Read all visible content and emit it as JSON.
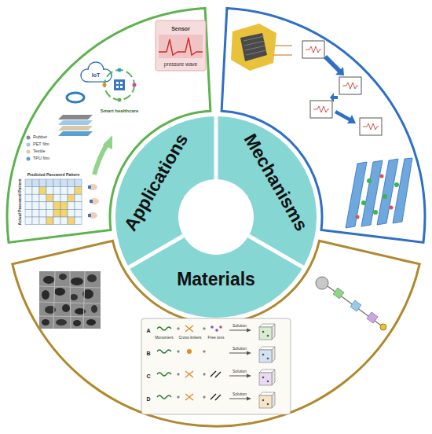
{
  "diagram": {
    "nodes": [
      {
        "text": [
          "Applications"
        ]
      },
      {
        "text": [
          "Mechanisms"
        ]
      },
      {
        "text": [
          "Materials"
        ]
      }
    ],
    "labels": [
      "Sensor",
      "pressure wave",
      "IoT",
      "Smart healthcare",
      "Rubber",
      "PET film",
      "Textile",
      "TPU film",
      "Predicted Password Pattern",
      "Actual Password Pattern",
      "A",
      "Monomers",
      "Cross-linkers",
      "Free ions",
      "Solution",
      "B",
      "Solution",
      "C",
      "Solution",
      "D",
      "Solution"
    ]
  }
}
